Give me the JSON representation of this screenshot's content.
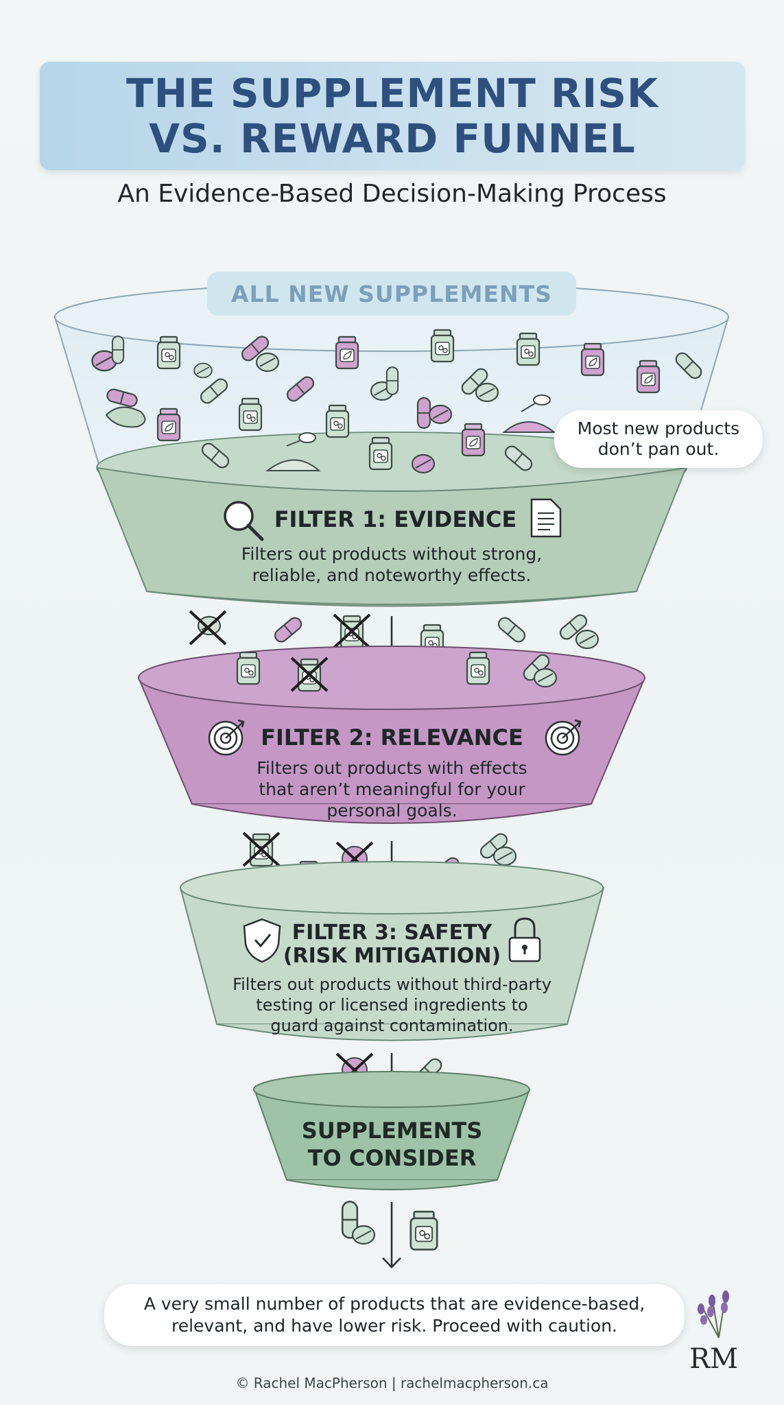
{
  "header": {
    "title_line1": "THE SUPPLEMENT RISK",
    "title_line2": "VS. REWARD FUNNEL",
    "subtitle": "An Evidence-Based Decision-Making Process"
  },
  "funnel": {
    "top_label": "ALL NEW SUPPLEMENTS",
    "side_note_line1": "Most new products",
    "side_note_line2": "don’t pan out.",
    "filter1": {
      "title": "FILTER 1: EVIDENCE",
      "desc_line1": "Filters out products without strong,",
      "desc_line2": "reliable, and noteworthy effects."
    },
    "filter2": {
      "title": "FILTER 2: RELEVANCE",
      "desc_line1": "Filters out products with effects",
      "desc_line2": "that aren’t meaningful for your",
      "desc_line3": "personal goals."
    },
    "filter3": {
      "title_line1": "FILTER 3: SAFETY",
      "title_line2": "(RISK MITIGATION)",
      "desc_line1": "Filters out products without third-party",
      "desc_line2": "testing or licensed ingredients to",
      "desc_line3": "guard against contamination."
    },
    "final": {
      "line1": "SUPPLEMENTS",
      "line2": "TO CONSIDER"
    }
  },
  "conclusion": {
    "line1": "A very small number of products that are evidence-based,",
    "line2": "relevant, and have lower risk. Proceed with caution."
  },
  "footer": {
    "credit": "© Rachel MacPherson | rachelmacpherson.ca",
    "logo_text": "RM"
  },
  "colors": {
    "title_bg": "#c2dcec",
    "title_text": "#2f4f7e",
    "green_band": "#b5cfbd",
    "purple_band": "#c59bc6",
    "light_green_band": "#c5d9cb",
    "final_green": "#9fc3a8",
    "funnel_glass": "#e3eff5"
  },
  "icons": [
    "magnifier-icon",
    "document-icon",
    "target-icon",
    "shield-check-icon",
    "padlock-icon",
    "bottle-icon",
    "capsule-icon",
    "tablet-icon",
    "cross-icon",
    "arrow-down-icon",
    "lavender-logo"
  ]
}
